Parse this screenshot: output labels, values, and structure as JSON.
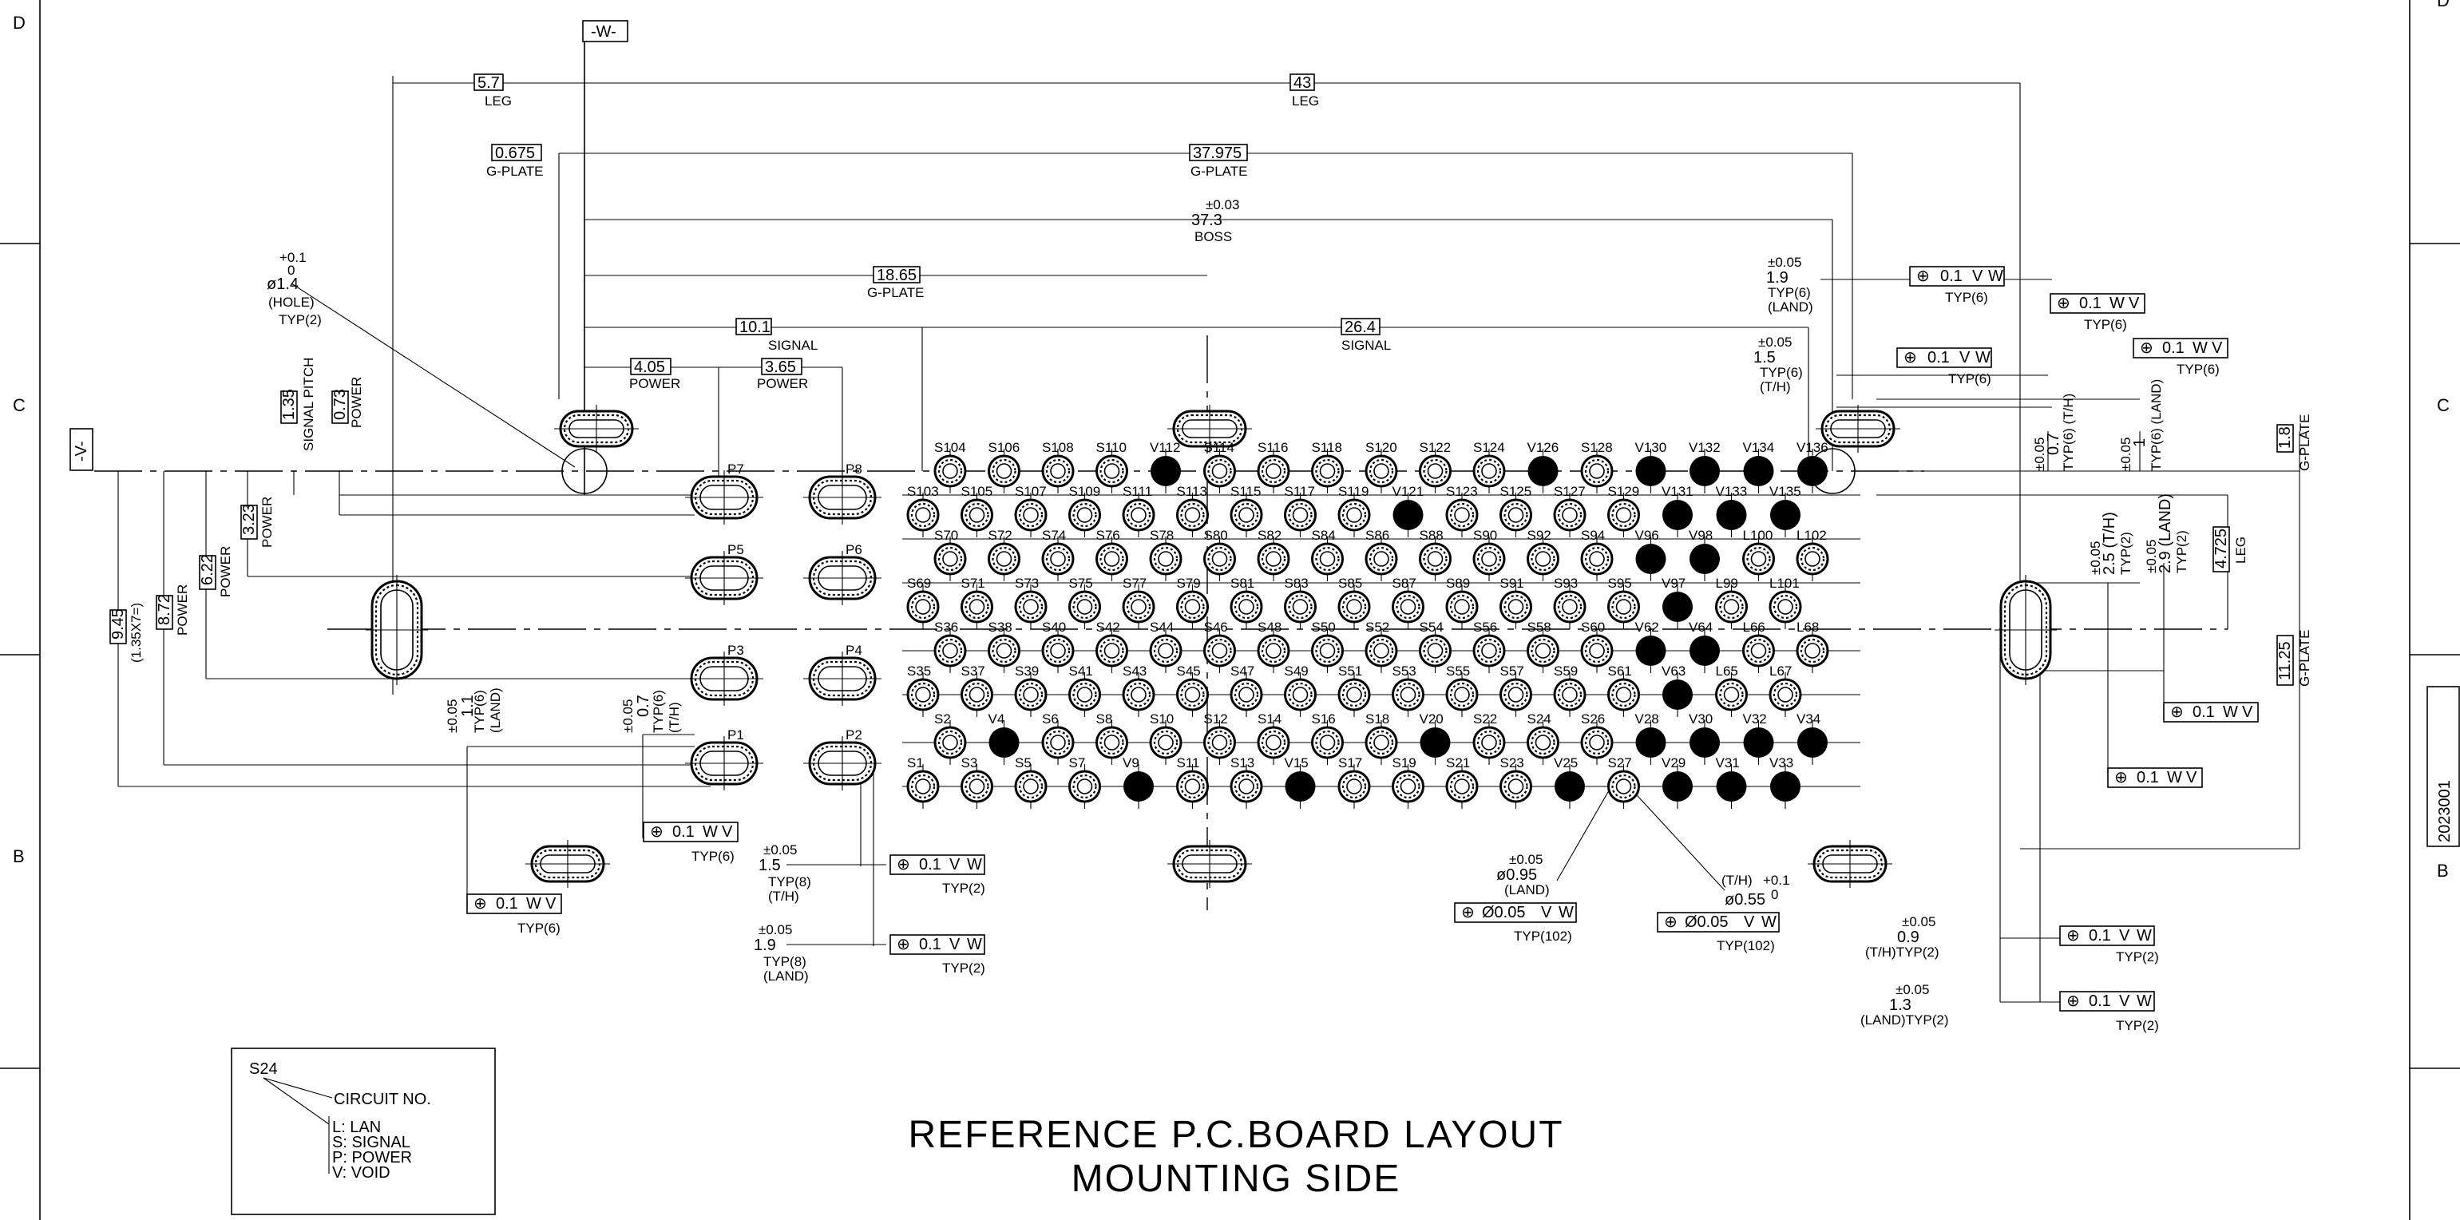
{
  "zones": {
    "left": [
      "D",
      "C",
      "B"
    ],
    "right": [
      "D",
      "C",
      "B"
    ]
  },
  "drawing_number": "2023001",
  "title": {
    "line1": "REFERENCE P.C.BOARD LAYOUT",
    "line2": "MOUNTING SIDE"
  },
  "datums": {
    "w": "-W-",
    "v": "-V-"
  },
  "legend": {
    "example": "S24",
    "circuit": "CIRCUIT NO.",
    "lines": [
      "L: LAN",
      "S: SIGNAL",
      "P: POWER",
      "V: VOID"
    ]
  },
  "pin_rows": [
    [
      "S104",
      "S106",
      "S108",
      "S110",
      "V112",
      "S114",
      "S116",
      "S118",
      "S120",
      "S122",
      "S124",
      "V126",
      "S128",
      "V130",
      "V132",
      "V134",
      "V136"
    ],
    [
      "S103",
      "S105",
      "S107",
      "S109",
      "S111",
      "S113",
      "S115",
      "S117",
      "S119",
      "V121",
      "S123",
      "S125",
      "S127",
      "S129",
      "V131",
      "V133",
      "V135"
    ],
    [
      "S70",
      "S72",
      "S74",
      "S76",
      "S78",
      "S80",
      "S82",
      "S84",
      "S86",
      "S88",
      "S90",
      "S92",
      "S94",
      "V96",
      "V98",
      "L100",
      "L102"
    ],
    [
      "S69",
      "S71",
      "S73",
      "S75",
      "S77",
      "S79",
      "S81",
      "S83",
      "S85",
      "S87",
      "S89",
      "S91",
      "S93",
      "S95",
      "V97",
      "L99",
      "L101"
    ],
    [
      "S36",
      "S38",
      "S40",
      "S42",
      "S44",
      "S46",
      "S48",
      "S50",
      "S52",
      "S54",
      "S56",
      "S58",
      "S60",
      "V62",
      "V64",
      "L66",
      "L68"
    ],
    [
      "S35",
      "S37",
      "S39",
      "S41",
      "S43",
      "S45",
      "S47",
      "S49",
      "S51",
      "S53",
      "S55",
      "S57",
      "S59",
      "S61",
      "V63",
      "L65",
      "L67"
    ],
    [
      "S2",
      "V4",
      "S6",
      "S8",
      "S10",
      "S12",
      "S14",
      "S16",
      "S18",
      "V20",
      "S22",
      "S24",
      "S26",
      "V28",
      "V30",
      "V32",
      "V34"
    ],
    [
      "S1",
      "S3",
      "S5",
      "S7",
      "V9",
      "S11",
      "S13",
      "V15",
      "S17",
      "S19",
      "S21",
      "S23",
      "V25",
      "S27",
      "V29",
      "V31",
      "V33"
    ]
  ],
  "power_pads": [
    "P7",
    "P8",
    "P5",
    "P6",
    "P3",
    "P4",
    "P1",
    "P2"
  ],
  "dims": {
    "leg_a": "5.7",
    "leg": "LEG",
    "leg_b": "43",
    "gplate_a": "0.675",
    "gplate": "G-PLATE",
    "gplate_b": "37.975",
    "boss": "37.3",
    "boss_tol": "±0.03",
    "boss_label": "BOSS",
    "gplate_c": "18.65",
    "signal_a": "10.1",
    "signal": "SIGNAL",
    "signal_b": "26.4",
    "power_a": "4.05",
    "power": "POWER",
    "power_b": "3.65",
    "hole_tol_a": "+0.1",
    "hole_tol_b": "0",
    "hole": "ø1.4",
    "hole_label": "(HOLE)",
    "typ2": "TYP(2)",
    "pitch": "1.35",
    "pitch_label": "SIGNAL PITCH",
    "pw_a": "0.73",
    "pw_b": "3.23",
    "pw_c": "6.22",
    "pw_d": "8.72",
    "v_total": "9.45",
    "v_total_sub": "(1.35X7=)",
    "tol05": "±0.05",
    "left_land": "1.1",
    "left_land_typ": "TYP(6)",
    "left_land_l": "(LAND)",
    "left_th": "0.7",
    "left_th_typ": "TYP(6)",
    "left_th_l": "(T/H)",
    "fcf_01": "0.1",
    "W": "W",
    "V": "V",
    "typ6": "TYP(6)",
    "p_th": "1.5",
    "p_th_typ": "TYP(8)",
    "p_th_l": "(T/H)",
    "p_land": "1.9",
    "p_land_typ": "TYP(8)",
    "p_land_l": "(LAND)",
    "c_land": "ø0.95",
    "c_land_l": "(LAND)",
    "fcf_005": "Ø0.05",
    "typ102": "TYP(102)",
    "c_th_l": "(T/H)",
    "c_th_tol": "+0.1",
    "c_th": "ø0.55",
    "c_th_tol0": "0",
    "r_land": "1.9",
    "r_land_typ": "TYP(6)",
    "r_land_l": "(LAND)",
    "r_th": "1.5",
    "r_th_typ": "TYP(6)",
    "r_th_l": "(T/H)",
    "r_gp": "1.8",
    "r_gp_l": "G-PLATE",
    "r_v07": "0.7",
    "r_v07_l": "TYP(6) (T/H)",
    "r_v1": "1",
    "r_v1_l": "TYP(6) (LAND)",
    "r_25": "2.5 (T/H)",
    "r_25_typ": "TYP(2)",
    "r_29": "2.9 (LAND)",
    "r_29_typ": "TYP(2)",
    "r_leg": "4.725",
    "r_leg_l": "LEG",
    "r_gp2": "11.25",
    "r_gp2_l": "G-PLATE",
    "b_09": "0.9",
    "b_09_l": "(T/H)TYP(2)",
    "b_13": "1.3",
    "b_13_l": "(LAND)TYP(2)"
  }
}
